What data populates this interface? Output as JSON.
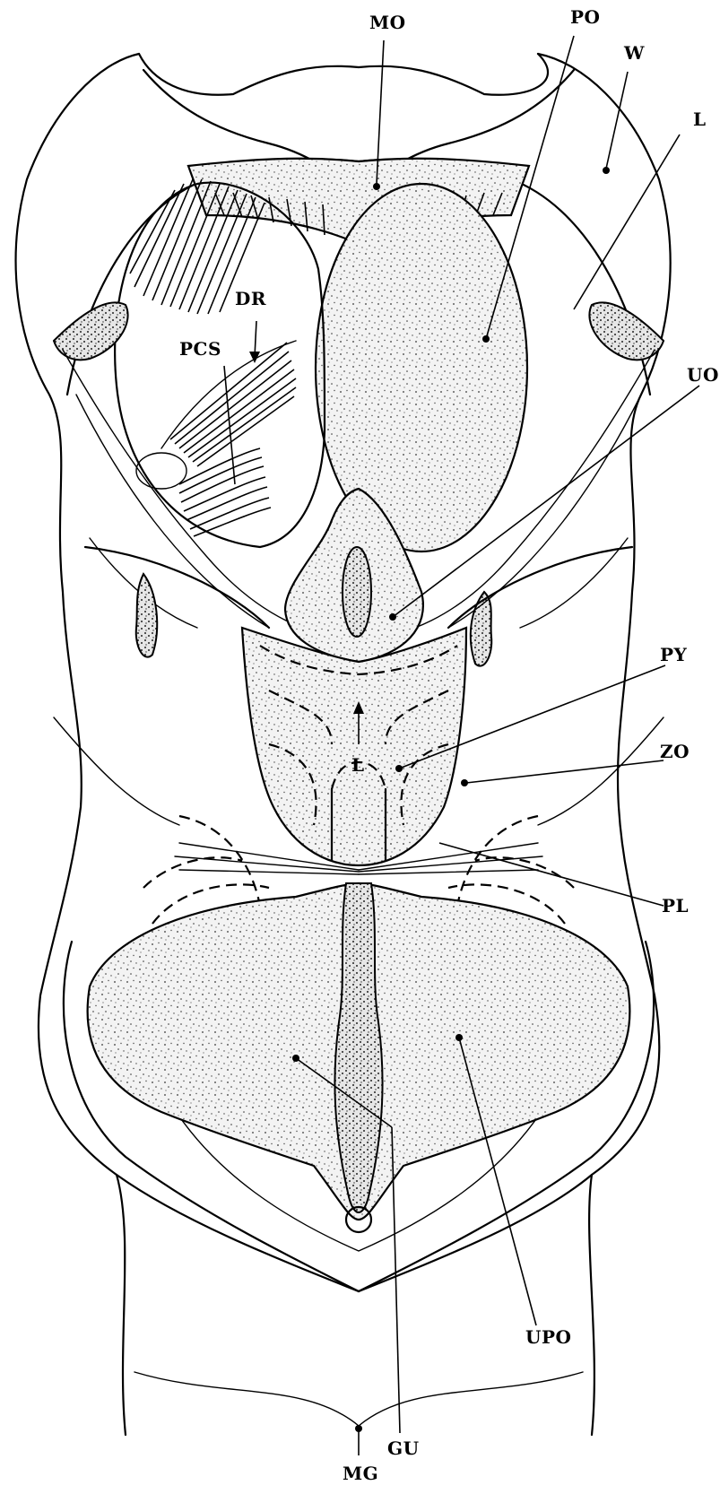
{
  "labels": {
    "mo": "MO",
    "po": "PO",
    "w": "W",
    "l_top": "L",
    "dr": "DR",
    "pcs": "PCS",
    "uo": "UO",
    "py": "PY",
    "l_mid": "L",
    "zo": "ZO",
    "pl": "PL",
    "upo": "UPO",
    "gu": "GU",
    "mg": "MG"
  },
  "style": {
    "ink": "#000000",
    "paper": "#ffffff"
  }
}
